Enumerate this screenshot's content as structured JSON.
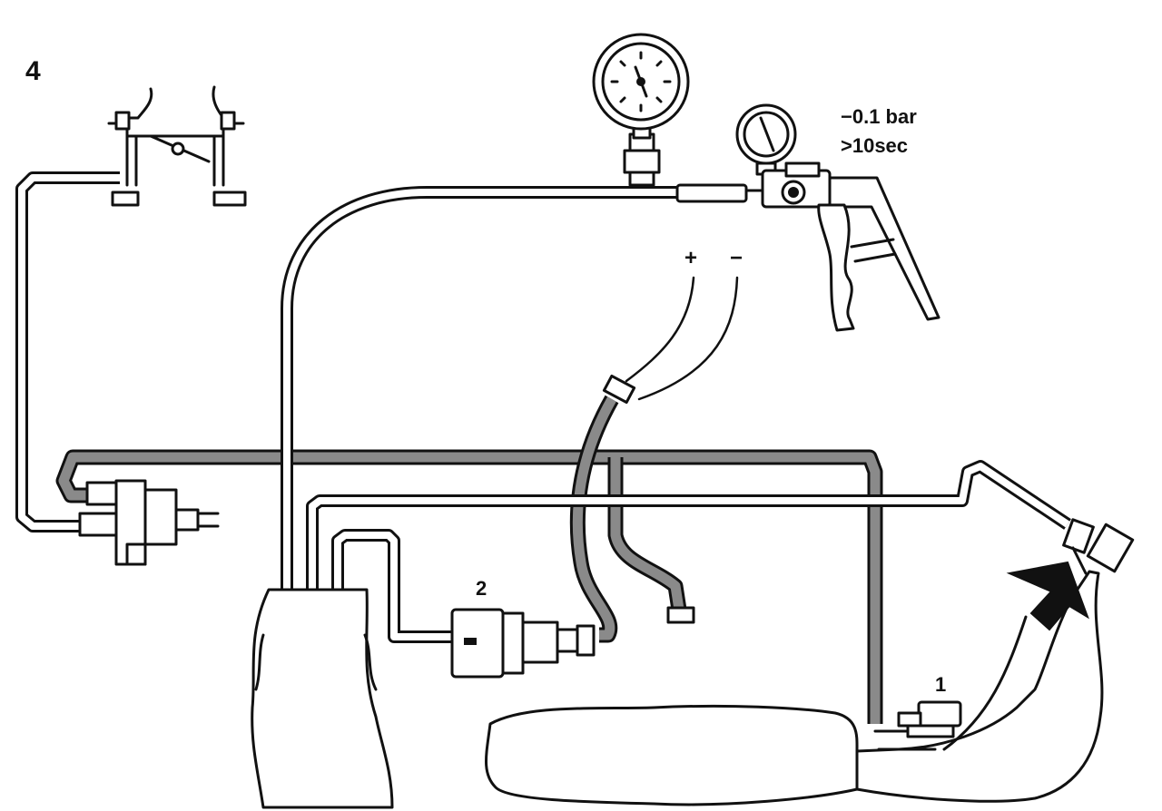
{
  "figure": {
    "number": "4"
  },
  "callouts": {
    "pump_reading_value": "−0.1 bar",
    "pump_reading_time": ">10sec",
    "wire_positive": "+",
    "wire_negative": "−",
    "component_1": "1",
    "component_2": "2"
  },
  "colors": {
    "ink": "#111111",
    "background": "#ffffff",
    "hatched_hose": "#8a8a8a"
  }
}
